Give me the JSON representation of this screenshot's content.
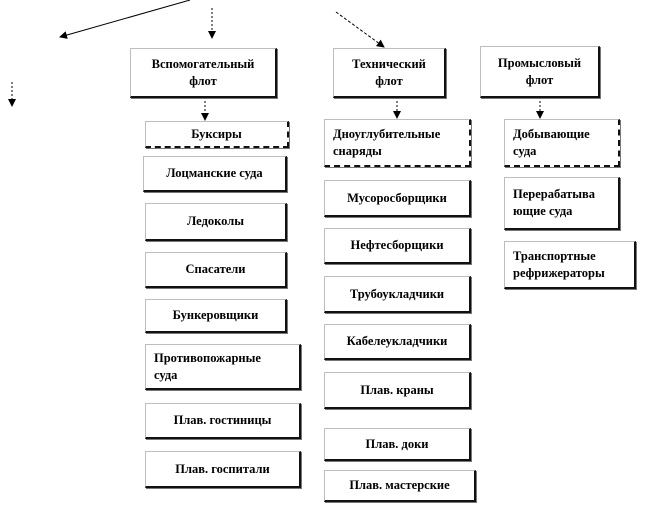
{
  "categories": {
    "auxiliary": "Вспомогательный\nфлот",
    "technical": "Технический\nфлот",
    "fishing": "Промысловый\nфлот"
  },
  "auxiliary_items": [
    "Буксиры",
    "Лоцманские суда",
    "Ледоколы",
    "Спасатели",
    "Бункеровщики",
    "Противопожарные\nсуда",
    "Плав. гостиницы",
    "Плав. госпитали"
  ],
  "technical_items": [
    "Дноуглубительные\nснаряды",
    "Мусоросборщики",
    "Нефтесборщики",
    "Трубоукладчики",
    "Кабелеукладчики",
    "Плав. краны",
    "Плав. доки",
    "Плав. мастерские"
  ],
  "fishing_items": [
    "Добывающие\nсуда",
    "Перерабатыва\nющие суда",
    "Транспортные\nрефрижераторы"
  ]
}
